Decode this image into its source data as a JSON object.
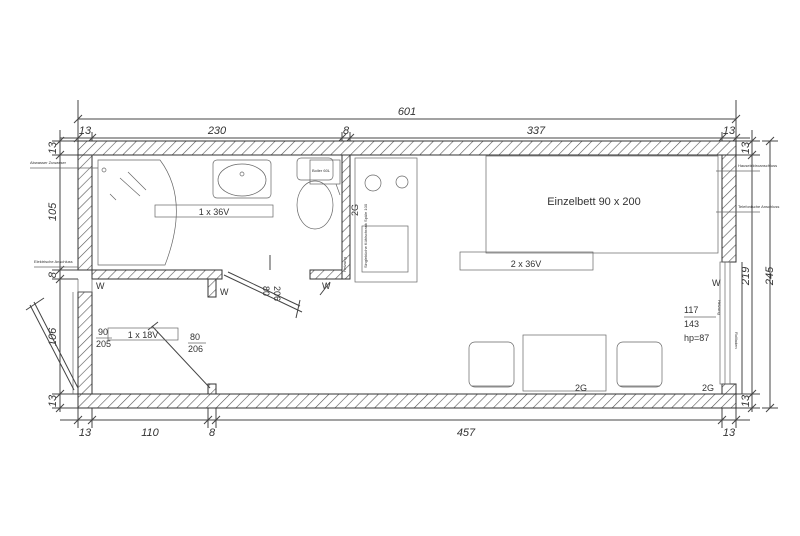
{
  "dimensions": {
    "total_length": "601",
    "top_left_margin": "13",
    "top_bath": "230",
    "top_partition": "8",
    "top_main": "337",
    "top_right_margin": "13",
    "left_top_margin": "13",
    "left_bath": "105",
    "left_partition": "8",
    "left_lower": "106",
    "left_bottom_margin": "13",
    "bottom_left_margin": "13",
    "bottom_room": "110",
    "bottom_partition": "8",
    "bottom_main": "457",
    "bottom_right_margin": "13",
    "right_top_margin": "13",
    "right_total": "245",
    "right_window": "219",
    "right_bottom_margin": "13"
  },
  "labels": {
    "bed": "Einzelbett 90 x 200",
    "light_bath": "1 x 36V",
    "light_main": "2 x 36V",
    "light_small": "1 x 18V",
    "boiler": "Boiler 60L",
    "window_w1": "W",
    "window_w2": "W",
    "window_w3": "W",
    "window_w4": "W",
    "door_bath_w": "80",
    "door_bath_h": "206",
    "door_room_w": "80",
    "door_room_h": "206",
    "door_left_w": "90",
    "door_left_h": "205",
    "window_right_w": "117",
    "window_right_h": "143",
    "window_right_hp": "hp=87",
    "kitchen_2g": "2G",
    "socket_2g_1": "2G",
    "socket_2g_2": "2G",
    "anschluss_wasser": "Abwasser Zuwasser",
    "anschluss_elektro": "Elektrische Anschluss",
    "anschluss_haus": "Hauselektroanschluss",
    "anschluss_telefon": "Telefonische Anschluss",
    "heizung": "Heizung",
    "kueche_note": "Singleküche Kühlschrank Spüle 100",
    "rollladen": "Rollladen",
    "heizung_right": "Heizung"
  }
}
